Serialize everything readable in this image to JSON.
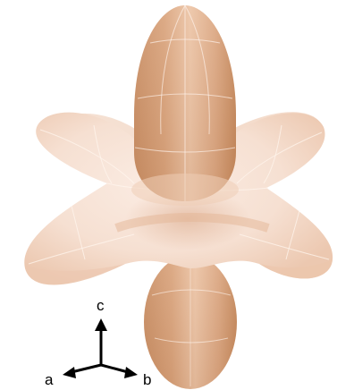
{
  "figure": {
    "axes": {
      "a": "a",
      "b": "b",
      "c": "c"
    },
    "colors": {
      "shell_light": "#f8e7dc",
      "shell_mid": "#efcdb6",
      "shell_shadow": "#e3b596",
      "lobe_light": "#e8b48f",
      "lobe_dark": "#c98d62",
      "lobe_edge": "#b97a4e",
      "mesh_line": "#fff5ee"
    }
  }
}
